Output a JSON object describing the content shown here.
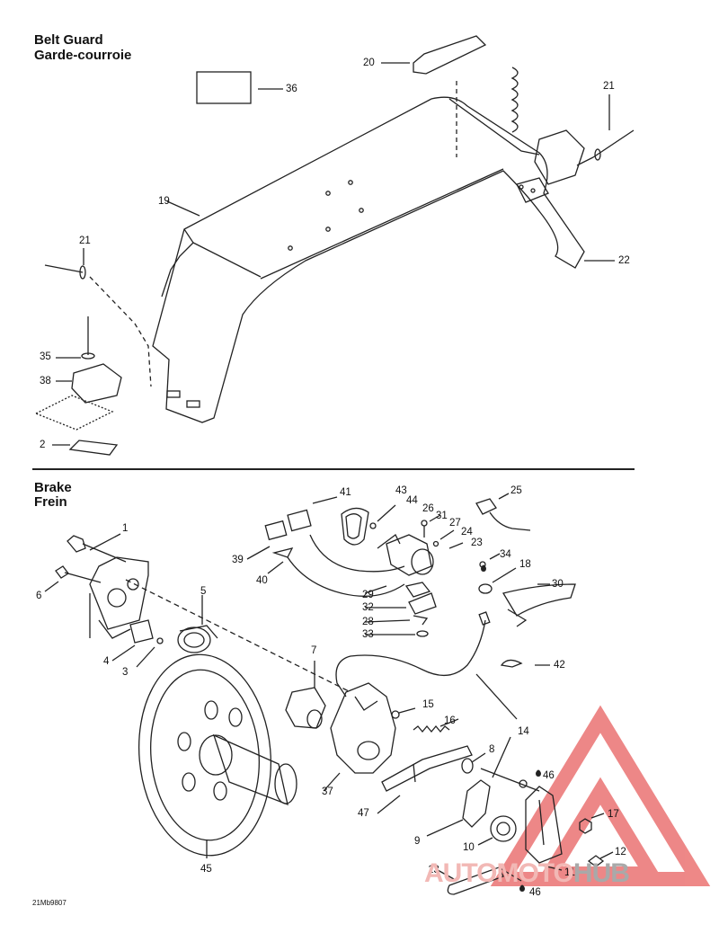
{
  "sections": {
    "belt_guard": {
      "title": "Belt Guard",
      "subtitle": "Garde-courroie"
    },
    "brake": {
      "title": "Brake",
      "subtitle": "Frein"
    }
  },
  "labels": {
    "p36": "36",
    "p20": "20",
    "p21a": "21",
    "p19": "19",
    "p21b": "21",
    "p22": "22",
    "p35": "35",
    "p38": "38",
    "p2": "2",
    "p41": "41",
    "p43": "43",
    "p44": "44",
    "p26": "26",
    "p31": "31",
    "p25": "25",
    "p27": "27",
    "p24": "24",
    "p23": "23",
    "p39": "39",
    "p40": "40",
    "p1": "1",
    "p34": "34",
    "p18": "18",
    "p30": "30",
    "p29": "29",
    "p5": "5",
    "p6": "6",
    "p32": "32",
    "p28": "28",
    "p33": "33",
    "p42": "42",
    "p4": "4",
    "p3": "3",
    "p7": "7",
    "p15": "15",
    "p16": "16",
    "p14": "14",
    "p8": "8",
    "p46a": "46",
    "p37": "37",
    "p47": "47",
    "p17": "17",
    "p9": "9",
    "p10": "10",
    "p12": "12",
    "p11": "11",
    "p45": "45",
    "p13": "13",
    "p46b": "46"
  },
  "diagram_code": "21Mb9807",
  "watermark": {
    "part1": "AUTOMOTO",
    "part2": "HUB"
  },
  "colors": {
    "watermark_red": "#e8605f",
    "watermark_grey": "#a9a9a9",
    "line": "#222222"
  }
}
